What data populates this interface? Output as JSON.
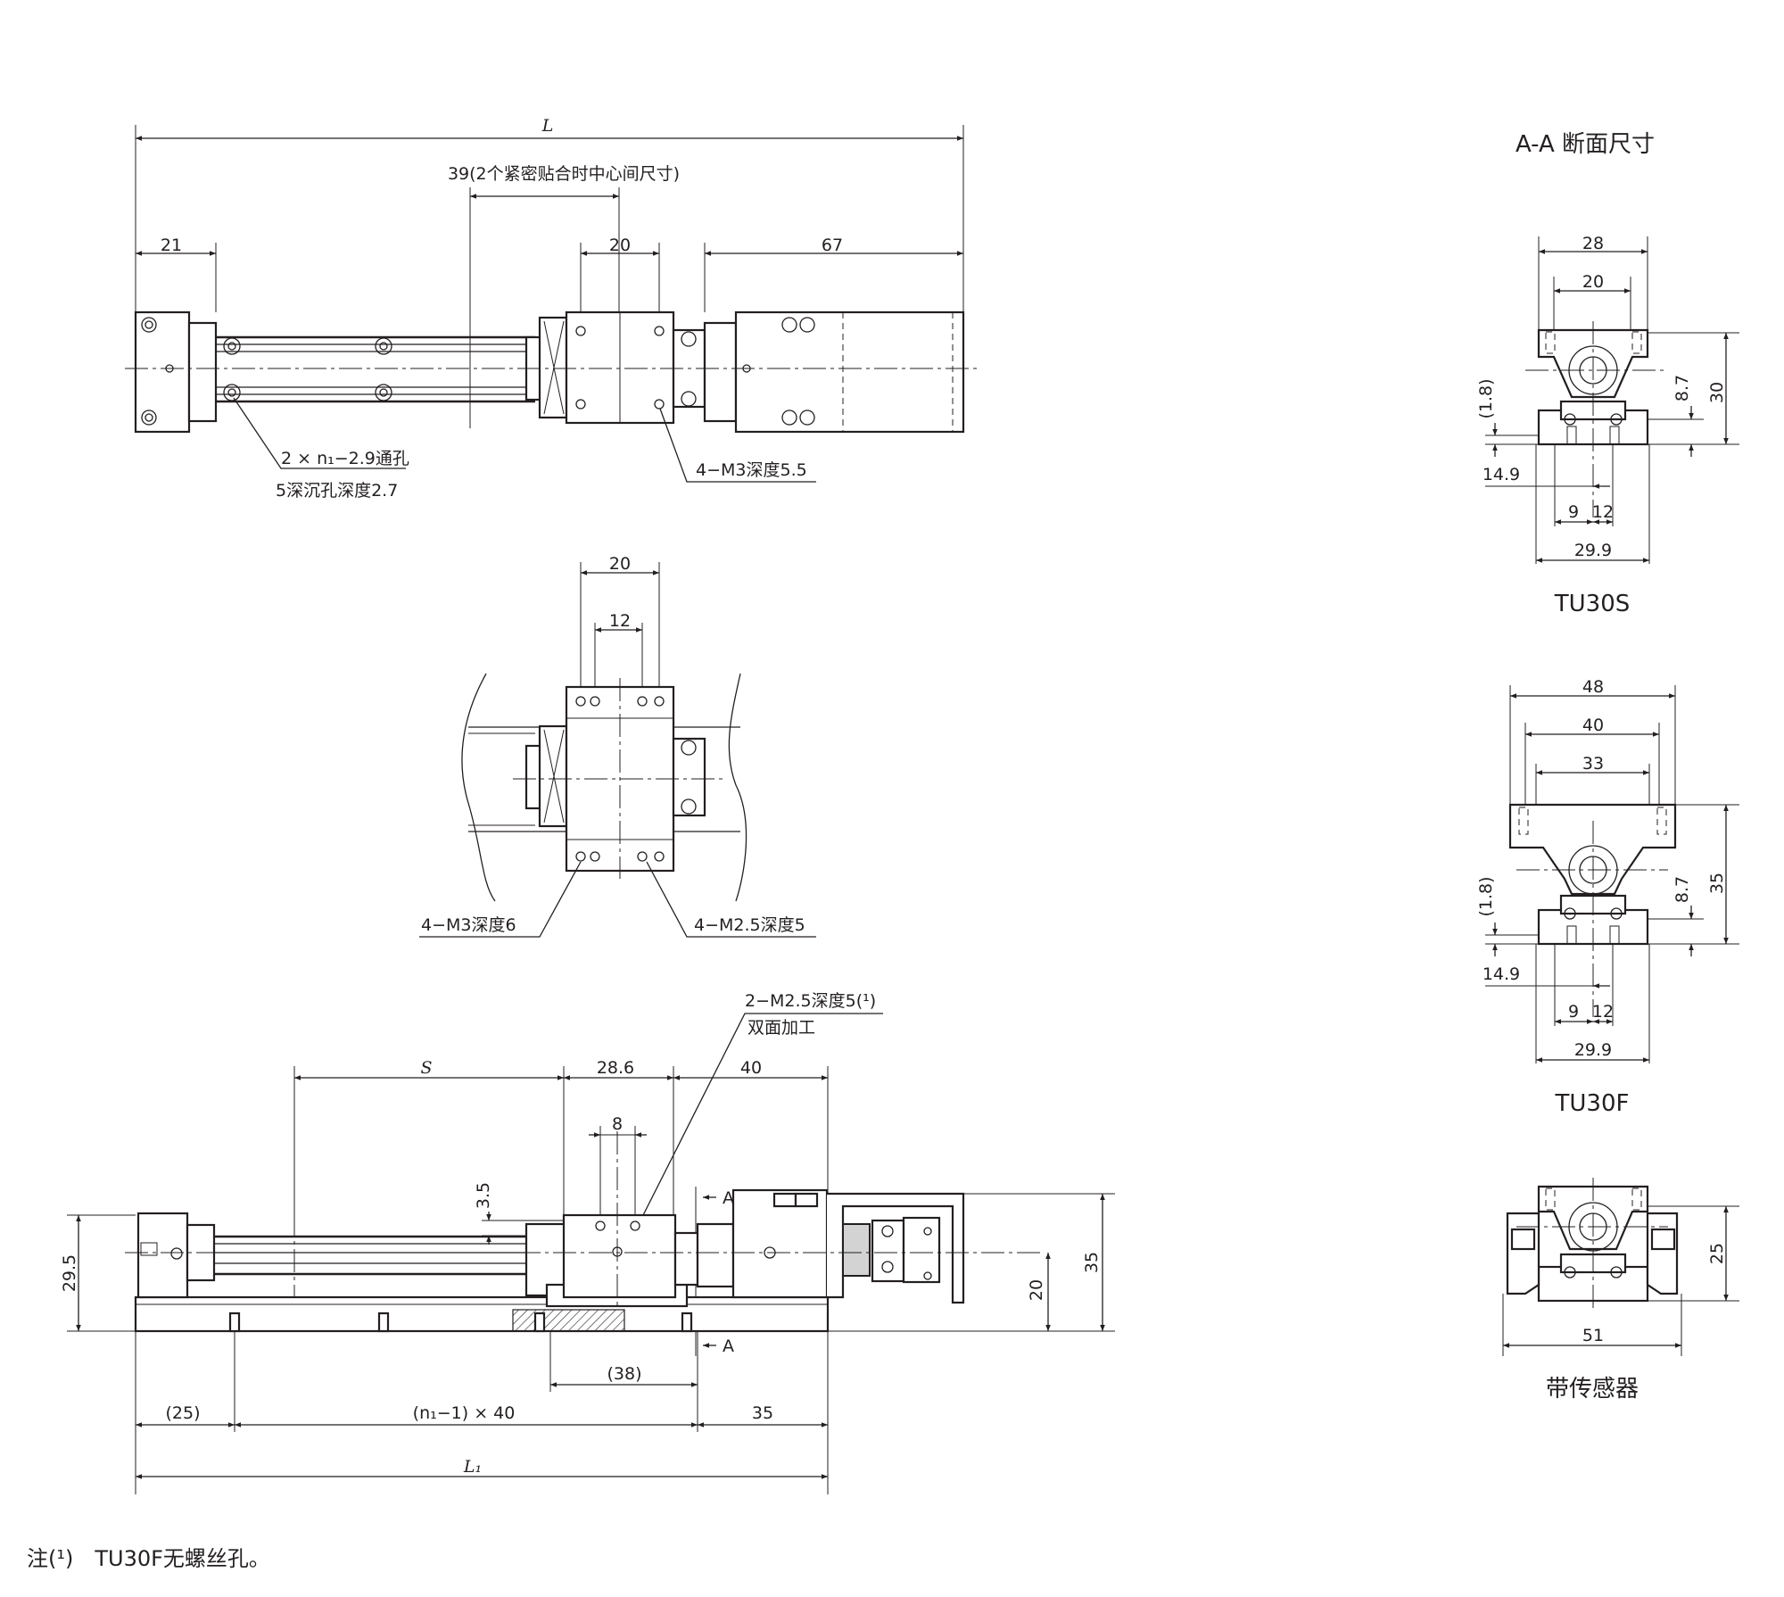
{
  "top_view": {
    "dim_L": "L",
    "dim_39": "39(2个紧密贴合时中心间尺寸)",
    "dim_21": "21",
    "dim_20": "20",
    "dim_67": "67",
    "note_holes_1": "2 × n₁−2.9通孔",
    "note_holes_2": "5深沉孔深度2.7",
    "note_m3": "4−M3深度5.5"
  },
  "table_view": {
    "dim_20": "20",
    "dim_12": "12",
    "note_m3": "4−M3深度6",
    "note_m25": "4−M2.5深度5"
  },
  "side_view": {
    "note_m25_1": "2−M2.5深度5(¹)",
    "note_m25_2": "双面加工",
    "dim_S": "S",
    "dim_286": "28.6",
    "dim_40": "40",
    "dim_8": "8",
    "dim_35v": "3.5",
    "section_a_top": "A",
    "section_a_bottom": "A",
    "dim_295": "29.5",
    "dim_20": "20",
    "dim_35": "35",
    "dim_38": "(38)",
    "dim_25": "(25)",
    "dim_pitch": "(n₁−1) × 40",
    "dim_35b": "35",
    "dim_L1": "L₁"
  },
  "section_title": "A-A 断面尺寸",
  "tu30s": {
    "label": "TU30S",
    "dim_28": "28",
    "dim_20": "20",
    "dim_18": "(1.8)",
    "dim_87": "8.7",
    "dim_30": "30",
    "dim_149": "14.9",
    "dim_9": "9",
    "dim_12": "12",
    "dim_299": "29.9"
  },
  "tu30f": {
    "label": "TU30F",
    "dim_48": "48",
    "dim_40": "40",
    "dim_33": "33",
    "dim_18": "(1.8)",
    "dim_87": "8.7",
    "dim_35": "35",
    "dim_149": "14.9",
    "dim_9": "9",
    "dim_12": "12",
    "dim_299": "29.9"
  },
  "sensor": {
    "label": "带传感器",
    "dim_25": "25",
    "dim_51": "51"
  },
  "footnote": "注(¹)　TU30F无螺丝孔。"
}
